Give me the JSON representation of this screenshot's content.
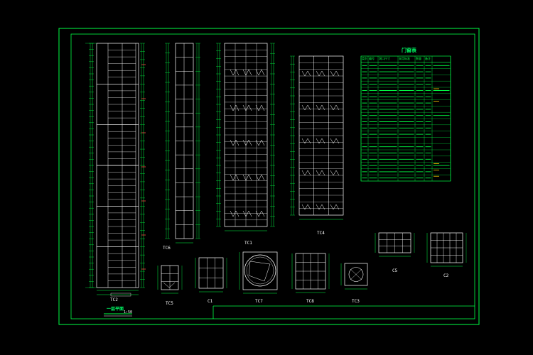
{
  "drawing": {
    "table_title": "门窗表",
    "table_headers": [
      "类别",
      "编号",
      "洞口尺寸",
      "采用标准",
      "数量",
      "备注"
    ],
    "elevation_labels": [
      "TC2",
      "TC6",
      "TC1",
      "TC4"
    ],
    "detail_labels": [
      "TC5",
      "C1",
      "TC7",
      "TC8",
      "TC3",
      "C5",
      "C2"
    ],
    "floor_plan_title": "一层平面",
    "floor_plan_scale": "1:50",
    "colors": {
      "frame": "#00ff44",
      "table": "#00ff44",
      "window_lines": "#ffffff",
      "dims": "#00ff44",
      "accent": "#ff4444",
      "marker": "#ffcc00"
    }
  }
}
